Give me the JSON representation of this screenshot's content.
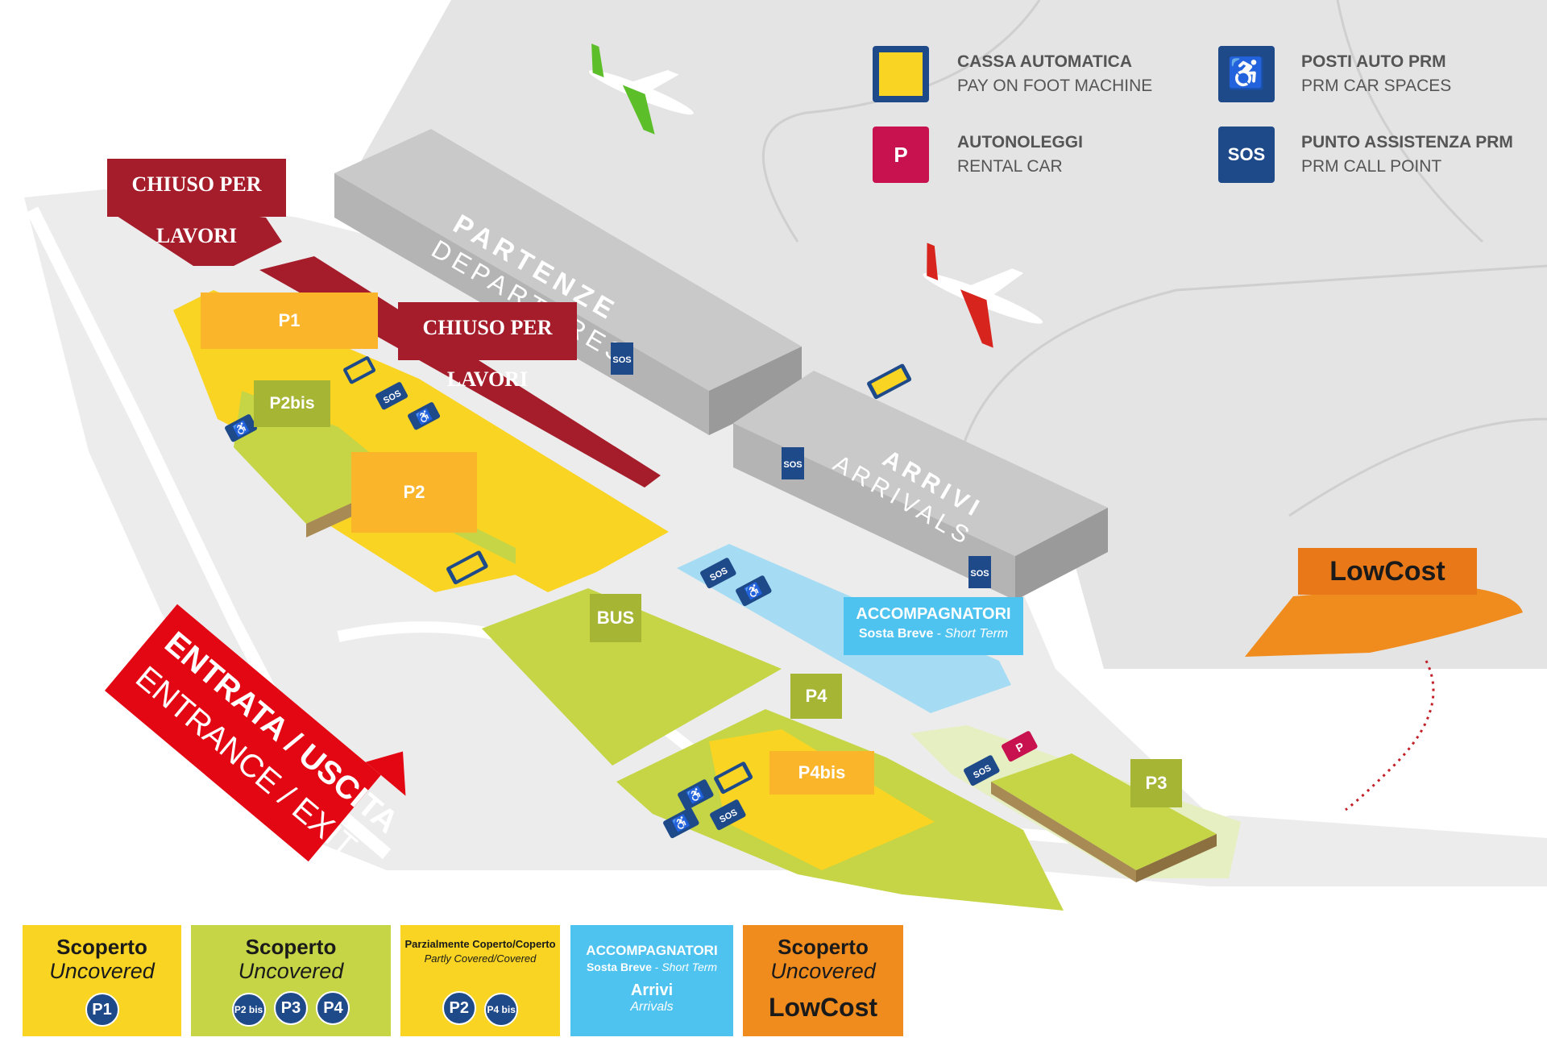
{
  "header_legend": {
    "pay_machine": {
      "label_it": "CASSA AUTOMATICA",
      "label_en": "PAY ON FOOT MACHINE",
      "icon": "pay-machine-icon"
    },
    "rental_car": {
      "label_it": "AUTONOLEGGI",
      "label_en": "RENTAL CAR",
      "icon": "rental-car-icon"
    },
    "prm_spaces": {
      "label_it": "POSTI AUTO PRM",
      "label_en": "PRM CAR SPACES",
      "icon": "wheelchair-icon"
    },
    "prm_call": {
      "label_it": "PUNTO ASSISTENZA PRM",
      "label_en": "PRM CALL POINT",
      "icon": "sos-icon",
      "icon_text": "SOS"
    }
  },
  "map": {
    "closed_1": "CHIUSO PER LAVORI",
    "closed_2": "CHIUSO PER LAVORI",
    "departures_it": "PARTENZE",
    "departures_en": "DEPARTURES",
    "arrivals_it": "ARRIVI",
    "arrivals_en": "ARRIVALS",
    "sos": "SOS",
    "entrance_it": "ENTRATA / USCITA",
    "entrance_en": "ENTRANCE / EXIT",
    "pins": {
      "p1": "P1",
      "p2bis": "P2bis",
      "p2": "P2",
      "bus": "BUS",
      "p4": "P4",
      "p4bis": "P4bis",
      "p3": "P3",
      "accomp_title": "ACCOMPAGNATORI",
      "accomp_sub": "Sosta Breve",
      "accomp_sub_en": "Short Term",
      "lowcost": "LowCost"
    }
  },
  "bottom_legend": [
    {
      "title": "Scoperto",
      "subtitle": "Uncovered",
      "badges": [
        "P1"
      ],
      "color": "#f9d423"
    },
    {
      "title": "Scoperto",
      "subtitle": "Uncovered",
      "badges": [
        "P2 bis",
        "P3",
        "P4"
      ],
      "color": "#c5d545"
    },
    {
      "title": "Parzialmente Coperto/Coperto",
      "subtitle": "Partly Covered/Covered",
      "badges": [
        "P2",
        "P4 bis"
      ],
      "color": "#f9d423"
    },
    {
      "title": "ACCOMPAGNATORI",
      "subtitle_a": "Sosta Breve",
      "subtitle_b": "Short Term",
      "extra": "Arrivi",
      "extra_sub": "Arrivals",
      "color": "#4fc3ef"
    },
    {
      "title": "Scoperto",
      "subtitle": "Uncovered",
      "brand": "LowCost",
      "color": "#f08c1e"
    }
  ],
  "colors": {
    "closed": "#a51c2b",
    "yellow": "#f9d423",
    "green": "#c5d545",
    "orange": "#f08c1e",
    "light_blue": "#4fc3ef",
    "terminal": "#c4c4c4",
    "apron": "#e5e5e5",
    "entrance_red": "#e30613",
    "icon_blue": "#1f4a8a",
    "rental_magenta": "#c8114f"
  }
}
